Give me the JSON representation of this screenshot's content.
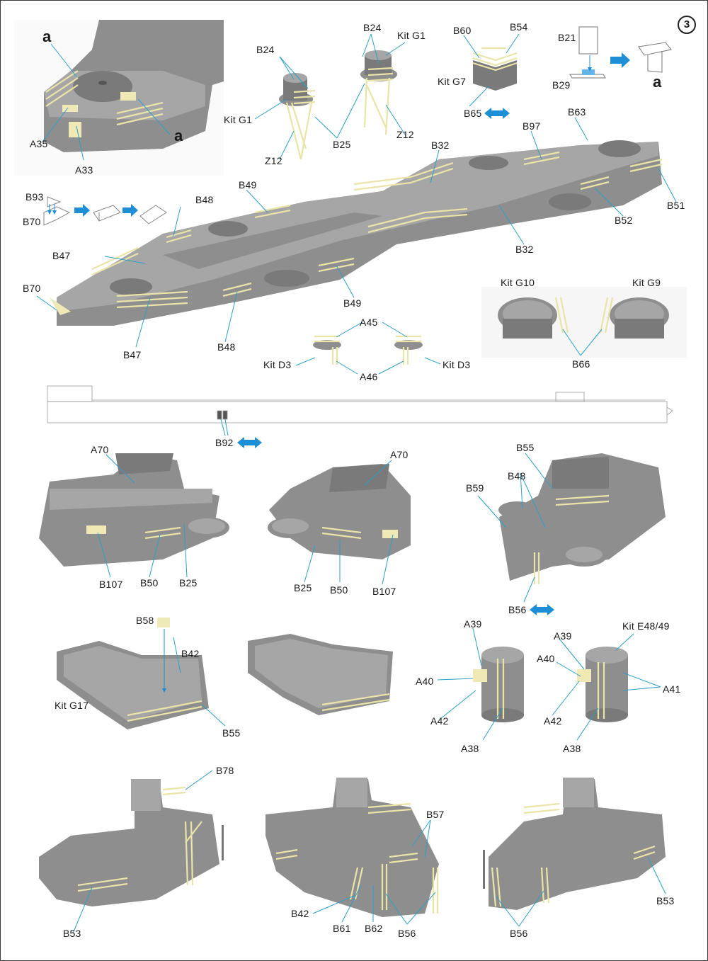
{
  "step_number": "3",
  "colors": {
    "callout_line": "#2d9fc9",
    "arrow_blue": "#1e8fd6",
    "hull_grey": "#8e8e8e",
    "photo_etch": "#efe9b6",
    "text": "#1a1a1a"
  },
  "panels": {
    "stern_detail": {
      "labels": {
        "a_top": "a",
        "a_right": "a",
        "a35": "A35",
        "a33": "A33"
      }
    },
    "towers": {
      "labels": {
        "b24_left": "B24",
        "kit_g1_left": "Kit G1",
        "z12_left": "Z12",
        "b25": "B25",
        "b24_right": "B24",
        "kit_g1_right": "Kit G1",
        "z12_right": "Z12"
      }
    },
    "platform_g7": {
      "labels": {
        "b60": "B60",
        "b54": "B54",
        "kit_g7": "Kit G7",
        "b65": "B65"
      },
      "mirror_icon": "double-arrow-icon"
    },
    "subassembly_a": {
      "labels": {
        "b21": "B21",
        "b29": "B29",
        "result": "a"
      },
      "arrow_icon": "arrow-right-icon"
    },
    "bow_fairlead": {
      "labels": {
        "b93": "B93",
        "b70": "B70"
      }
    },
    "main_deck": {
      "labels": {
        "b49_top": "B49",
        "b48_top": "B48",
        "b47_left": "B47",
        "b70": "B70",
        "b47_bottom": "B47",
        "b48_bottom": "B48",
        "b49_bottom": "B49",
        "b32_top": "B32",
        "b97": "B97",
        "b63": "B63",
        "b51": "B51",
        "b52": "B52",
        "b32_bottom": "B32"
      }
    },
    "searchlight_platforms": {
      "labels": {
        "a45": "A45",
        "kit_d3_left": "Kit D3",
        "a46": "A46",
        "kit_d3_right": "Kit D3"
      }
    },
    "gun_tubs": {
      "labels": {
        "kit_g10": "Kit G10",
        "kit_g9": "Kit G9",
        "b66": "B66"
      }
    },
    "hull_side": {
      "labels": {
        "b92": "B92"
      }
    },
    "superstructure_views": {
      "view1": {
        "a70": "A70",
        "b107": "B107",
        "b50": "B50",
        "b25": "B25"
      },
      "view2": {
        "a70": "A70",
        "b25": "B25",
        "b50": "B50",
        "b107": "B107"
      },
      "view3": {
        "b55": "B55",
        "b48": "B48",
        "b59": "B59",
        "b56": "B56"
      }
    },
    "deck_g17": {
      "labels": {
        "b58": "B58",
        "b42": "B42",
        "kit_g17": "Kit G17",
        "b55": "B55"
      }
    },
    "funnel_cylinders": {
      "left": {
        "a39": "A39",
        "a40": "A40",
        "a42": "A42",
        "a38": "A38"
      },
      "right": {
        "kit_e48_49": "Kit E48/49",
        "a39": "A39",
        "a40": "A40",
        "a41": "A41",
        "a42": "A42",
        "a38": "A38"
      }
    },
    "bridge_views": {
      "view1": {
        "b78": "B78",
        "b53": "B53"
      },
      "view2": {
        "b57": "B57",
        "b42": "B42",
        "b61": "B61",
        "b62": "B62",
        "b56": "B56"
      },
      "view3": {
        "b53": "B53",
        "b56": "B56"
      }
    }
  }
}
